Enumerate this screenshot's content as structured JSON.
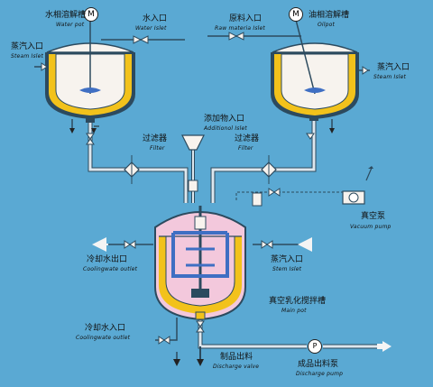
{
  "labels": {
    "water_pot_cn": "水相溶解槽",
    "water_pot_en": "Water pot",
    "water_inlet_cn": "水入口",
    "water_inlet_en": "Water Islet",
    "raw_materials_cn": "原料入口",
    "raw_materials_en": "Raw materia Islet",
    "oil_pot_cn": "油相溶解槽",
    "oil_pot_en": "Oilpot",
    "steam_inlet_left_cn": "蒸汽入口",
    "steam_inlet_left_en": "Steam Islet",
    "steam_inlet_right_cn": "蒸汽入口",
    "steam_inlet_right_en": "Steam Islet",
    "additional_inlet_cn": "添加物入口",
    "additional_inlet_en": "Additionol Islet",
    "filter_left_cn": "过滤器",
    "filter_left_en": "Filter",
    "filter_right_cn": "过滤器",
    "filter_right_en": "Filter",
    "vacuum_pump_cn": "真空泵",
    "vacuum_pump_en": "Vacuum pump",
    "cooling_outlet_cn": "冷却水出口",
    "cooling_outlet_en": "Coolingwate outlet",
    "steam_inlet_main_cn": "蒸汽入口",
    "steam_inlet_main_en": "Stem Islet",
    "main_pot_cn": "真空乳化搅拌槽",
    "main_pot_en": "Main pot",
    "cooling_inlet_cn": "冷却水入口",
    "cooling_inlet_en": "Coolingwate outlet",
    "discharge_valve_cn": "制品出料",
    "discharge_valve_en": "Discharge valve",
    "discharge_pump_cn": "成品出料泵",
    "discharge_pump_en": "Discharge pump",
    "motor_letter": "M",
    "pump_letter": "P"
  },
  "colors": {
    "background": "#5aa9d3",
    "tank_fill": "#f7f3ee",
    "jacket": "#f2c21b",
    "main_tank": "#f3c8dc",
    "agitator": "#3f6fc3",
    "pipe": "#dde7ee"
  }
}
